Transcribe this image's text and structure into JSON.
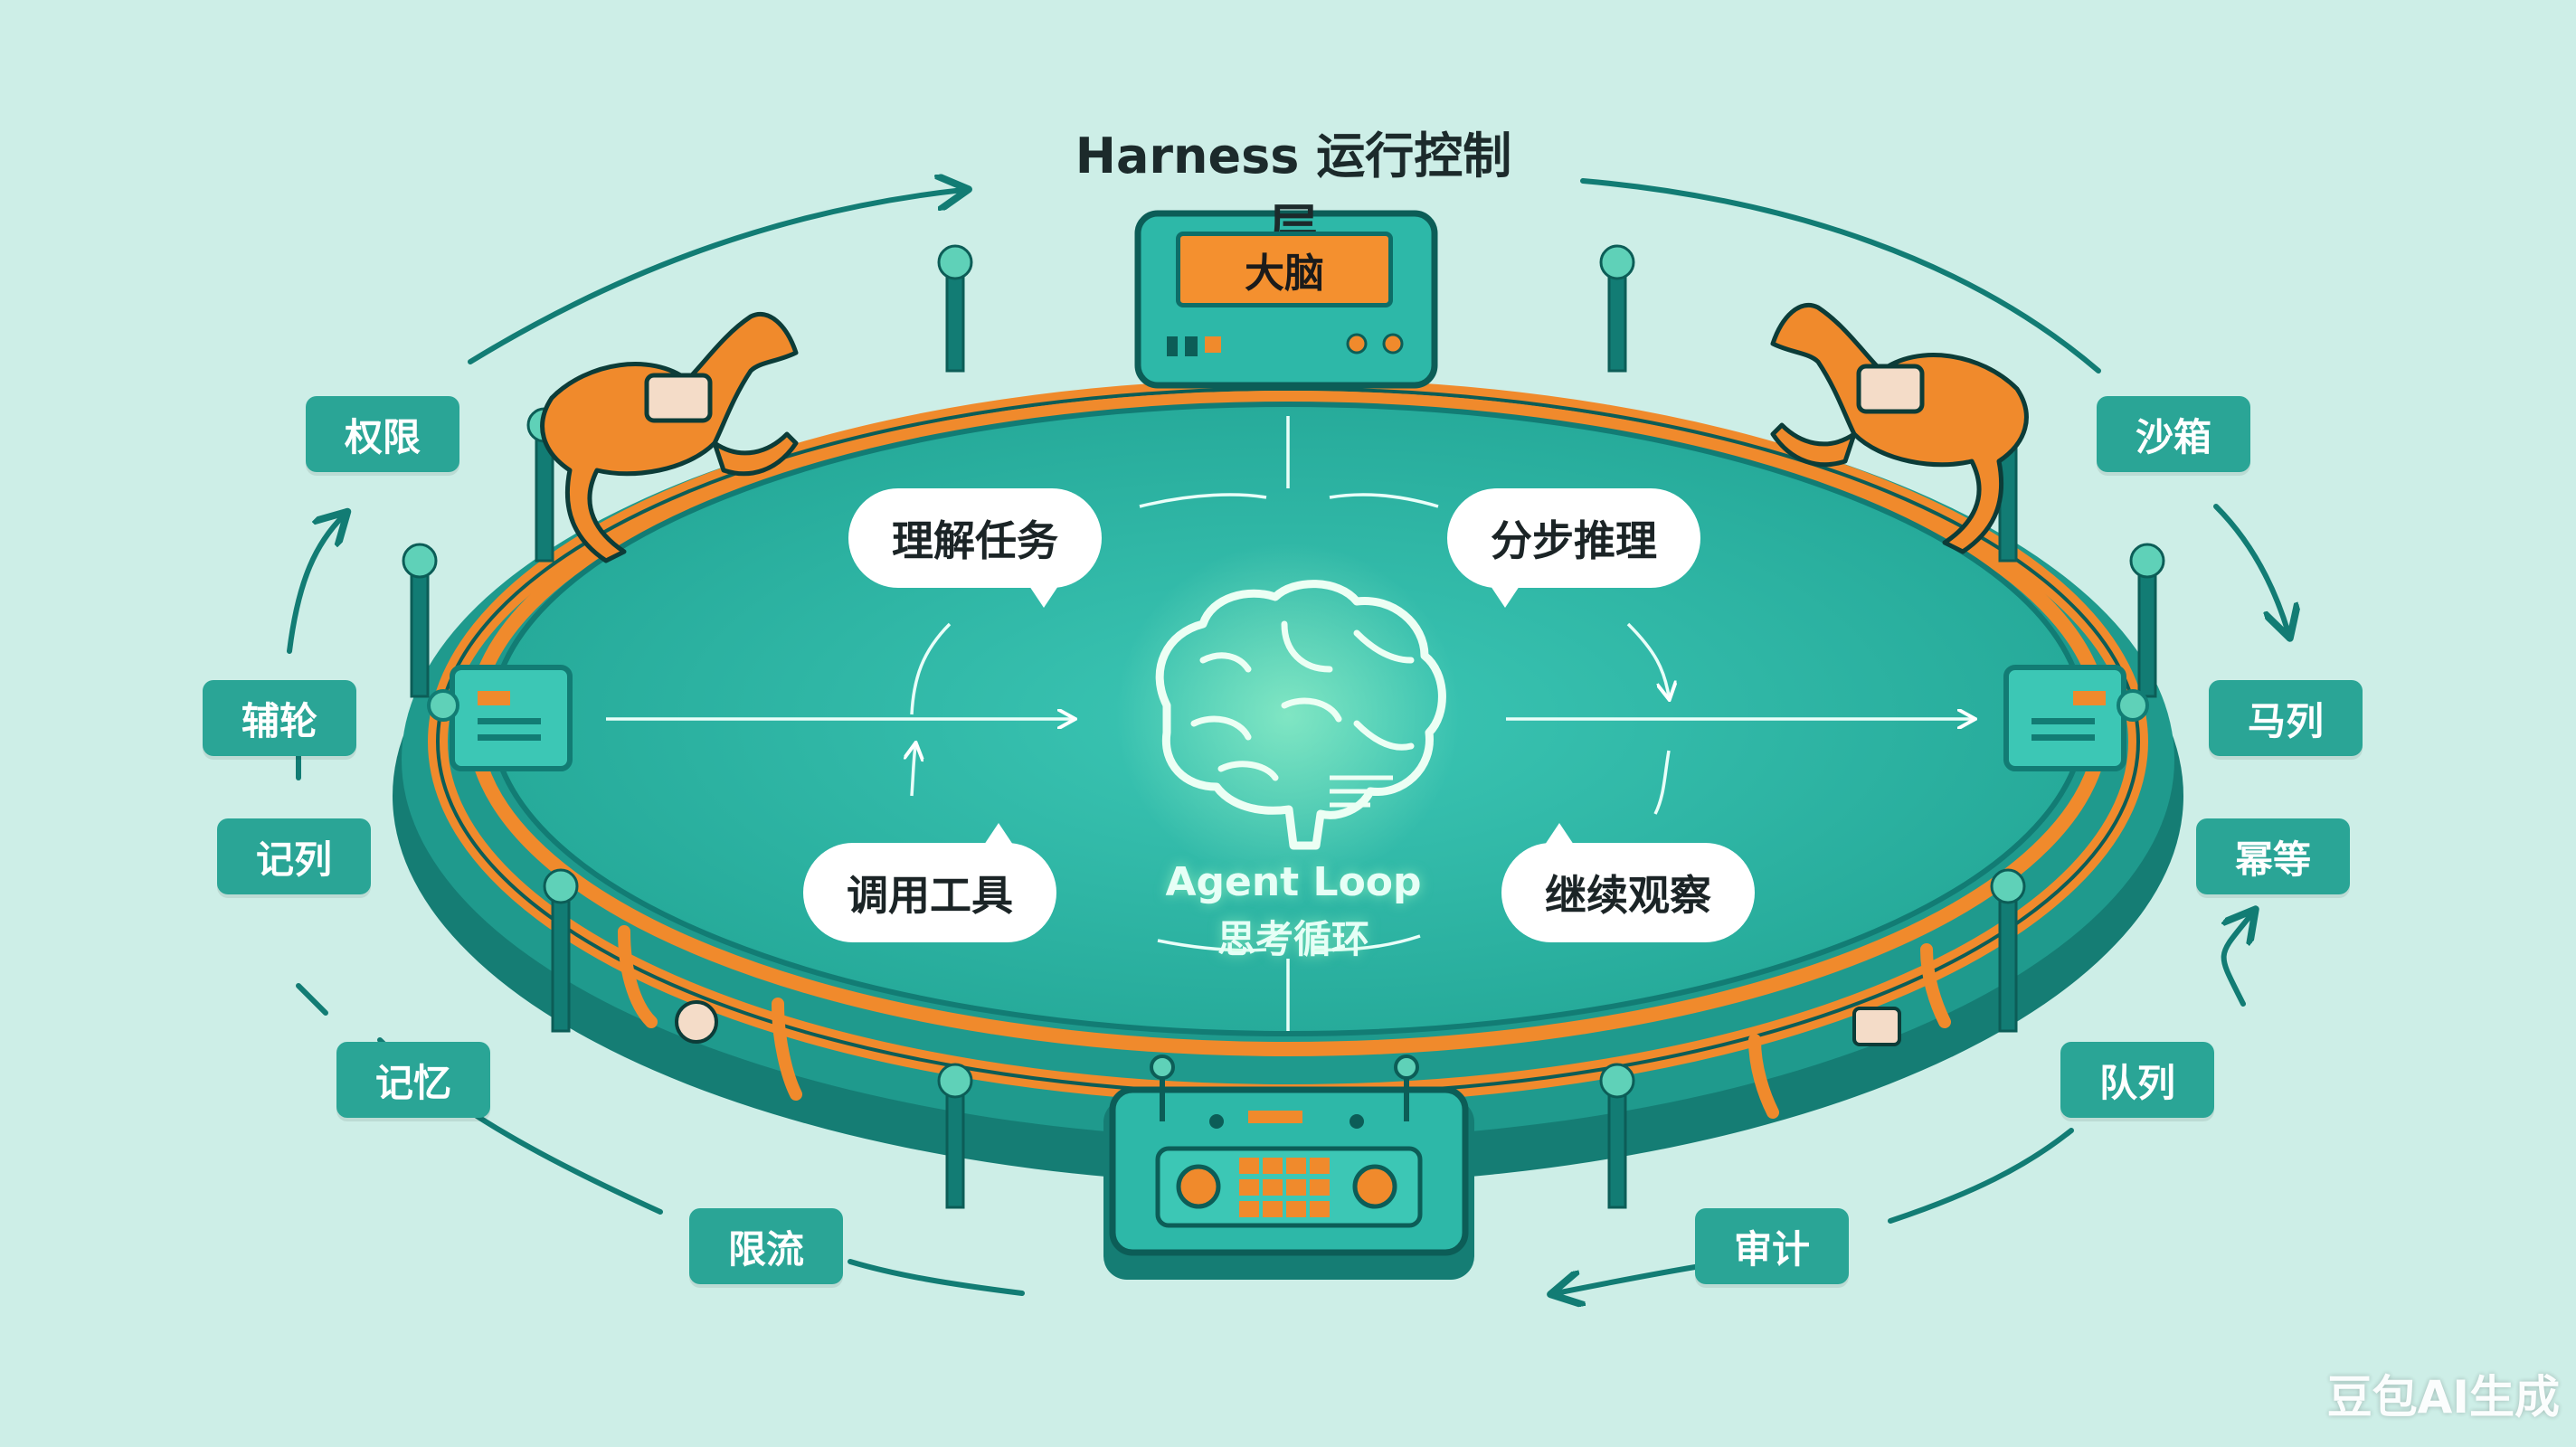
{
  "title": "Harness 运行控制层",
  "brain_box_label": "大脑",
  "center": {
    "line1": "Agent Loop",
    "line2": "思考循环"
  },
  "bubbles": {
    "understand": "理解任务",
    "reason": "分步推理",
    "call_tools": "调用工具",
    "observe": "继续观察"
  },
  "left_tags": [
    "权限",
    "辅轮",
    "记列",
    "记忆",
    "限流"
  ],
  "right_tags": [
    "沙箱",
    "马列",
    "幂等",
    "队列",
    "审计"
  ],
  "watermark": "豆包AI生成",
  "colors": {
    "background": "#cdeee7",
    "arena_fill": "#2db8a8",
    "teal_dark": "#127c74",
    "orange": "#f08a2c",
    "tag_fill": "#2aa596"
  }
}
